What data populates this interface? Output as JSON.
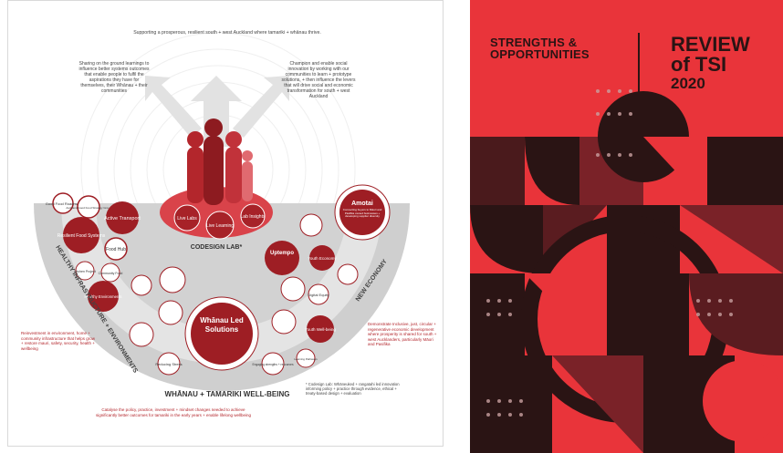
{
  "diagram": {
    "top_caption": "Supporting a prosperous, resilient south + west Auckland where tamariki + whānau thrive.",
    "left_caption": "Sharing on the ground learnings to influence better systems outcomes that enable people to fulfil the aspirations they have for themselves, their Whānau + their communities",
    "right_caption": "Champion and enable social innovation by working with our communities to learn + prototype solutions, + then influence the levers that will drive social and economic transformation for south + west Auckland",
    "codesign_label": "CODESIGN LAB*",
    "codesign_nodes": [
      "Live Labs",
      "Live Learning",
      "Lab Insights"
    ],
    "arc_left": "HEALTHY INFRASTRUCTURE + ENVIRONMENTS",
    "arc_right": "NEW ECONOMY",
    "arc_bottom": "WHĀNAU + TAMARIKI WELL-BEING",
    "center_node": "Whānau Led Solutions",
    "nodes": {
      "good_food": "Good Food Roadmap",
      "auckland_food": "Auckland Good Food Strategy Group",
      "active_transport": "Active Transport",
      "resilient_food": "Resilient Food Systems",
      "food_hub": "Food Hub",
      "kitchen_project": "Kitchen Project",
      "community_food": "Community Food",
      "healthy_environments": "Healthy Environments",
      "amotai": "Amotai",
      "amotai_desc": "Connecting buyers to Māori and Pasifika owned businesses + developing supplier diversity",
      "uptempo": "Uptempo",
      "youth_economy": "Youth Economy",
      "digital_equity": "Digital Equity",
      "youth_wellbeing": "Youth Well-being",
      "reducing_stress": "Reducing Stress",
      "engaging_strengths": "Engaging strengths + resources",
      "learning_pathways": "Learning Pathways"
    },
    "left_note": "Reinvestment in environment, home + community infrastructure that helps grow + restore mauri, safety, security, health + wellbeing",
    "right_note": "Demonstrate Inclusive, just, circular + regenerative economic development where prosperity is shared for south + west Aucklanders, particularly Māori and Pasifika",
    "bottom_note": "Catalyse the policy, practice, investment + mindset changes needed to achieve significantly better outcomes for tamariki in the early years + enable lifelong wellbeing",
    "footnote": "* Codesign Lab: Whāneuked + rangatahi led innovation informing policy + practice through evidence, ethical + treaty-based design + evaluation"
  },
  "cover": {
    "heading": "STRENGTHS &\nOPPORTUNITIES",
    "title": "REVIEW",
    "subtitle": "of TSI",
    "year": "2020"
  },
  "colors": {
    "diagram_red": "#9e1e24",
    "diagram_red_light": "#d9434a",
    "diagram_grey": "#b9b9b9",
    "cover_red": "#e9343a",
    "cover_dark": "#2a1414"
  }
}
